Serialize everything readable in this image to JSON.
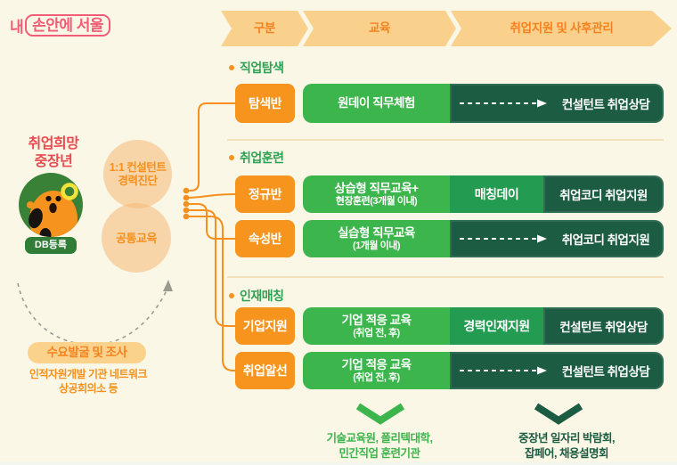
{
  "logo": {
    "prefix": "내",
    "boxed": "손안에 서울"
  },
  "banner": {
    "steps": [
      "구분",
      "교육",
      "취업지원 및 사후관리"
    ]
  },
  "left": {
    "title_line1": "취업희망",
    "title_line2": "중장년",
    "db_badge": "DB등록",
    "circle_top_line1": "1:1 컨설턴트",
    "circle_top_line2": "경력진단",
    "circle_bottom": "공통교육",
    "survey_badge": "수요발굴 및 조사",
    "survey_line1": "인적자원개발 기관 네트워크",
    "survey_line2": "상공회의소 등"
  },
  "sections": [
    {
      "title": "직업탐색",
      "rows": [
        {
          "label": "탐색반",
          "edu_main": "원데이 직무체험",
          "edu_sub": "",
          "support": "컨설턴트 취업상담"
        }
      ]
    },
    {
      "title": "취업훈련",
      "rows": [
        {
          "label": "정규반",
          "edu_main": "상습형 직무교육+",
          "edu_sub": "현장훈련(3개월 이내)",
          "mid": "매칭데이",
          "support": "취업코디 취업지원"
        },
        {
          "label": "속성반",
          "edu_main": "실습형 직무교육",
          "edu_sub": "(1개월 이내)",
          "support": "취업코디 취업지원"
        }
      ]
    },
    {
      "title": "인재매칭",
      "rows": [
        {
          "label": "기업지원",
          "edu_main": "기업 적응 교육",
          "edu_sub": "(취업 전, 후)",
          "mid": "경력인재지원",
          "support": "컨설턴트 취업상담"
        },
        {
          "label": "취업알선",
          "edu_main": "기업 적응 교육",
          "edu_sub": "(취업 전, 후)",
          "support": "컨설턴트 취업상담"
        }
      ]
    }
  ],
  "footer": {
    "left_line1": "기술교육원, 폴리텍대학,",
    "left_line2": "민간직업 훈련기관",
    "right_line1": "중장년 일자리 박람회,",
    "right_line2": "잡페어, 채용설명회"
  },
  "colors": {
    "background": "#FAF7E6",
    "banner": "#FAD18C",
    "banner_text": "#F5821F",
    "orange": "#F7941D",
    "green_bright": "#3DB54D",
    "green_mid": "#239B51",
    "green_dark": "#1B5C42",
    "section_title_green": "#2EA254",
    "accent_red": "#E94A50",
    "logo_pink": "#F25C76",
    "badge_green": "#2F7D36"
  }
}
